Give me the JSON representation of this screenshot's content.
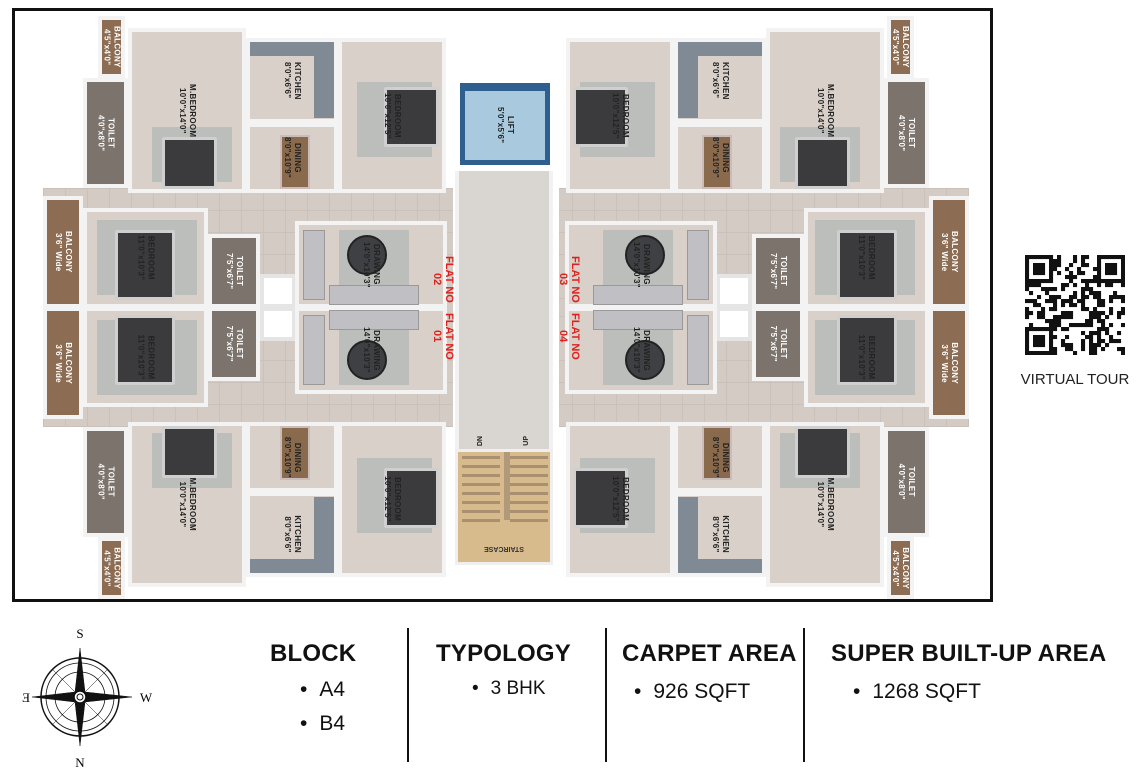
{
  "flats": [
    {
      "id": "flat-02",
      "flat_no": "FLAT NO 02",
      "mirror": "none"
    },
    {
      "id": "flat-03",
      "flat_no": "FLAT NO 03",
      "mirror": "x"
    },
    {
      "id": "flat-01",
      "flat_no": "FLAT NO 01",
      "mirror": "y"
    },
    {
      "id": "flat-04",
      "flat_no": "FLAT NO 04",
      "mirror": "xy"
    }
  ],
  "rooms": [
    {
      "name": "BALCONY",
      "size": "4'5\"x4'0\"",
      "type": "balcony"
    },
    {
      "name": "TOILET",
      "size": "4'0\"x8'0\"",
      "type": "toilet"
    },
    {
      "name": "M.BEDROOM",
      "size": "10'0\"x14'0\"",
      "type": "room"
    },
    {
      "name": "KITCHEN",
      "size": "8'0\"x6'6\"",
      "type": "room"
    },
    {
      "name": "DINING",
      "size": "8'0\"x10'9\"",
      "type": "room"
    },
    {
      "name": "BEDROOM",
      "size": "10'0\"x12'5\"",
      "type": "room"
    },
    {
      "name": "BALCONY",
      "size": "3'6\" Wide",
      "type": "balcony"
    },
    {
      "name": "BEDROOM",
      "size": "11'0\"x10'3\"",
      "type": "room"
    },
    {
      "name": "TOILET",
      "size": "7'5\"x6'7\"",
      "type": "toilet"
    },
    {
      "name": "DRAWING",
      "size": "14'0\"x10'3\"",
      "type": "room"
    }
  ],
  "core": {
    "lift_name": "LIFT",
    "lift_size": "5'0\"x5'6\"",
    "staircase": "STAIRCASE",
    "dn": "DN",
    "up": "UP"
  },
  "compass": {
    "top": "S",
    "bottom": "N",
    "left": "E",
    "right": "W"
  },
  "qr": {
    "caption": "VIRTUAL TOUR"
  },
  "info": {
    "block": {
      "title": "BLOCK",
      "items": [
        "A4",
        "B4"
      ]
    },
    "typology": {
      "title": "TYPOLOGY",
      "items": [
        "3 BHK"
      ]
    },
    "carpet": {
      "title": "CARPET AREA",
      "items": [
        "926 SQFT"
      ]
    },
    "super": {
      "title": "SUPER BUILT-UP AREA",
      "items": [
        "1268 SQFT"
      ]
    }
  },
  "colors": {
    "flat_no": "#e0201c",
    "frame": "#111111",
    "lift": "#a9c9de",
    "staircase": "#d8bb8c",
    "balcony": "#8c6c52"
  }
}
